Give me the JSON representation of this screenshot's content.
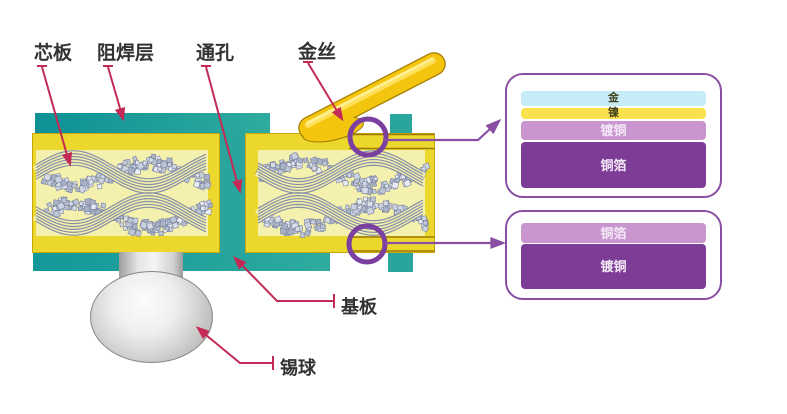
{
  "diagram": {
    "labels": {
      "core": "芯板",
      "solder_mask": "阻焊层",
      "via": "通孔",
      "gold_wire": "金丝",
      "substrate": "基板",
      "solder_ball": "锡球"
    },
    "colors": {
      "substrate_teal": "#2aa59d",
      "solder_mask_teal": "#0e9095",
      "copper_yellow": "#ecd72c",
      "core_pale_yellow": "#f4f0ae",
      "wire_gold": "#f3c50e",
      "highlight_circle_purple": "#7b3fa0",
      "leader_red": "#c42a56",
      "arrow_purple": "#8a4fa3"
    }
  },
  "stack_top": {
    "gap": 2,
    "layers": [
      {
        "label": "金",
        "height": 15,
        "bg": "#c6edf7",
        "fg": "#44441f"
      },
      {
        "label": "镍",
        "height": 11,
        "bg": "#fae14e",
        "fg": "#44441f"
      },
      {
        "label": "镀铜",
        "height": 19,
        "bg": "#c995cf",
        "fg": "#f4e8f6"
      },
      {
        "label": "铜箔",
        "height": 46,
        "bg": "#7d3d97",
        "fg": "#f4e8f6"
      }
    ]
  },
  "stack_bottom": {
    "gap": 1,
    "layers": [
      {
        "label": "铜箔",
        "height": 20,
        "bg": "#c995cf",
        "fg": "#f4e8f6"
      },
      {
        "label": "镀铜",
        "height": 45,
        "bg": "#7d3d97",
        "fg": "#f4e8f6"
      }
    ]
  }
}
